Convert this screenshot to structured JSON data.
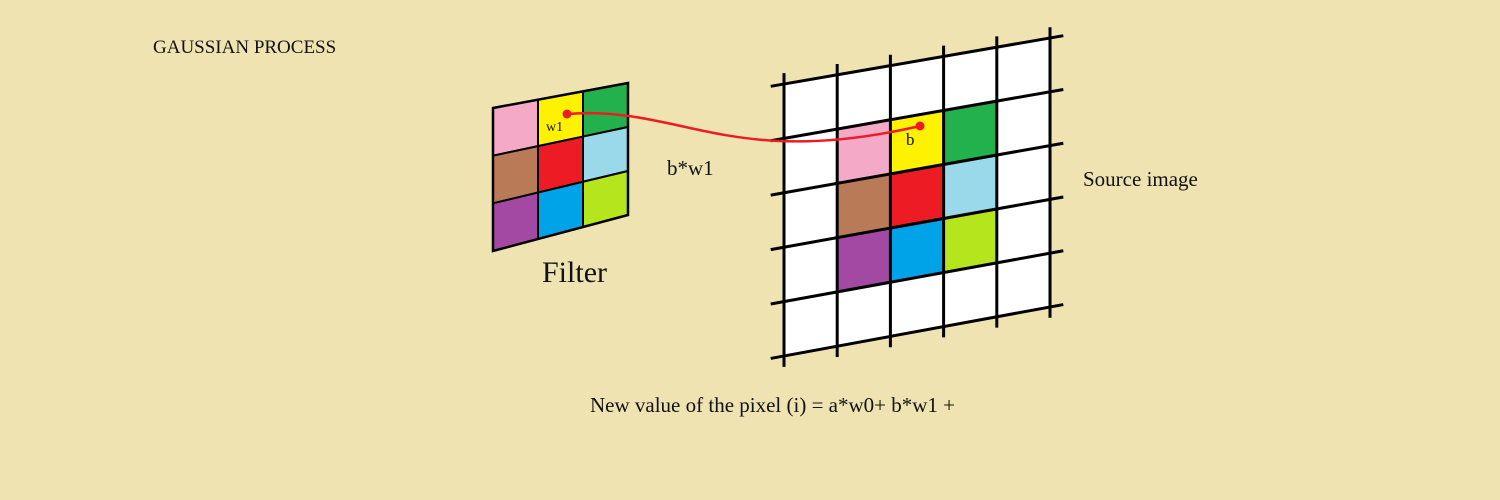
{
  "title": "GAUSSIAN PROCESS",
  "filter": {
    "label": "Filter",
    "cell_label": "w1",
    "cells": [
      [
        "#f4a9c6",
        "#fff200",
        "#22b14c"
      ],
      [
        "#b97a57",
        "#ed1c24",
        "#99d9ea"
      ],
      [
        "#a349a4",
        "#00a2e8",
        "#b5e61d"
      ]
    ]
  },
  "source": {
    "label": "Source image",
    "cell_label": "b",
    "grid_columns": 5,
    "grid_rows": 5,
    "highlight": [
      [
        "#f4a9c6",
        "#fff200",
        "#22b14c"
      ],
      [
        "#b97a57",
        "#ed1c24",
        "#99d9ea"
      ],
      [
        "#a349a4",
        "#00a2e8",
        "#b5e61d"
      ]
    ]
  },
  "connector": {
    "label": "b*w1",
    "color": "#ed1c24"
  },
  "formula": "New value of the pixel (i) = a*w0+ b*w1 +"
}
